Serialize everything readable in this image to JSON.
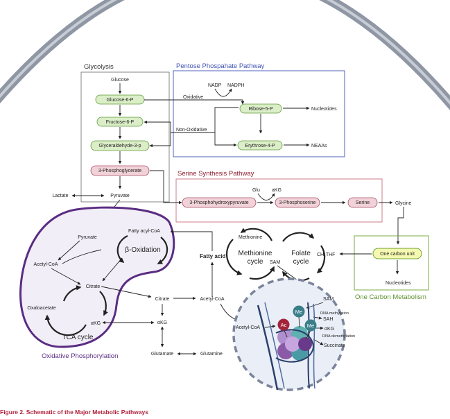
{
  "colors": {
    "membrane": "#8f96a4",
    "glycolysis_pill": "#dbeec8",
    "serine_pill": "#f1d2d8",
    "ox_phos": "#5a2d82",
    "ppp": "#3f51b5",
    "serine_path": "#8b1a2b",
    "one_carbon": "#6aa52f"
  },
  "sections": {
    "glycolysis": "Glycolysis",
    "ppp": "Pentose Phospahate Pathway",
    "serine": "Serine Synthesis Pathway",
    "one_carbon": "One Carbon Metabolism",
    "ox_phos": "Oxidative Phosphorylation"
  },
  "glycolysis": {
    "glucose": "Glucose",
    "g6p": "Glucose-6-P",
    "f6p": "Fructose-6-P",
    "g3p": "Glyceraldehyde-3-p",
    "pg3": "3-Phosphoglycerate",
    "pyruvate": "Pyruvate",
    "lactate": "Lactate"
  },
  "ppp": {
    "nadp": "NADP",
    "nadph": "NADPH",
    "oxidative": "Oxidative",
    "non_oxidative": "Non-Oxidative",
    "r5p": "Ribose-5-P",
    "e4p": "Erythrose-4-P",
    "nucleotides": "Nucleotides",
    "neaas": "NEAAs"
  },
  "serine": {
    "glu": "Glu",
    "akg": "aKG",
    "php": "3-Phosphohydroxypyruvate",
    "ps": "3-Phosphoserine",
    "serine": "Serine",
    "glycine": "Glycine"
  },
  "one_carbon": {
    "unit": "One carbon unit",
    "nucleotides": "Nucleotides",
    "ch2thf": "CH₂THF",
    "methionine": "Methionine",
    "methionine_cycle_1": "Methionine",
    "methionine_cycle_2": "cycle",
    "folate_cycle_1": "Folate",
    "folate_cycle_2": "cycle",
    "sam": "SAM"
  },
  "mito": {
    "pyruvate": "Pyruvate",
    "acetyl": "Acetyl-CoA",
    "citrate": "Citrate",
    "oxaloacetate": "Oxaloacetate",
    "akg": "αKG",
    "tca": "TCA cycle",
    "fatty_acyl": "Fatty acyl-CoA",
    "beta_ox": "β-Oxidation"
  },
  "cytosol": {
    "fatty_acid": "Fatty acid",
    "citrate": "Citrate",
    "acetyl": "Acetyl-CoA",
    "akg": "αKG",
    "glutamate": "Glutamate",
    "glutamine": "Glutamine"
  },
  "nucleus": {
    "sam": "SAM",
    "dna_methylation": "DNA methylation",
    "sah": "SAH",
    "akg": "αKG",
    "dna_demethylation": "DNA demethylation",
    "succinate": "Succinate",
    "acetyl": "Acetyl-CoA",
    "ac": "Ac",
    "me": "Me"
  },
  "caption": "Figure 2.  Schematic of the Major Metabolic Pathways"
}
